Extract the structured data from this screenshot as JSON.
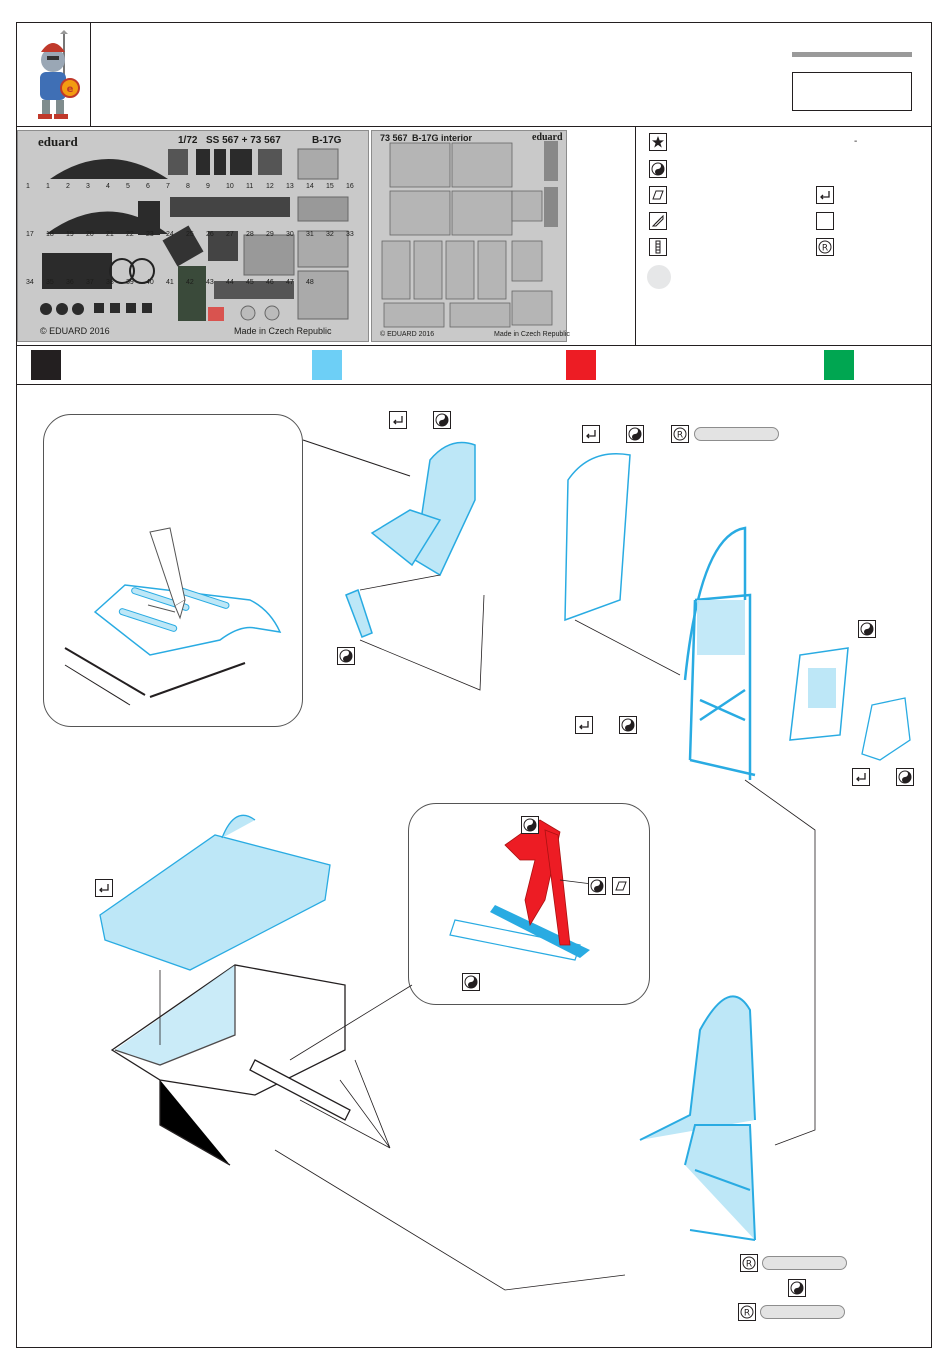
{
  "header": {
    "logo_icon": "eduard-knight-mascot"
  },
  "fret_left": {
    "brand": "eduard",
    "title_scale": "1/72",
    "title_sets": "SS 567 + 73 567",
    "title_model": "B-17G",
    "copyright": "© EDUARD 2016",
    "made_in": "Made in Czech Republic",
    "part_numbers": [
      "1",
      "1",
      "2",
      "3",
      "4",
      "5",
      "6",
      "7",
      "8",
      "9",
      "10",
      "11",
      "12",
      "13",
      "14",
      "15",
      "16",
      "17",
      "18",
      "19",
      "20",
      "21",
      "22",
      "23",
      "24",
      "25",
      "26",
      "27",
      "28",
      "29",
      "30",
      "31",
      "32",
      "33",
      "34",
      "35",
      "36",
      "37",
      "38",
      "39",
      "40",
      "41",
      "42",
      "43",
      "44",
      "45",
      "46",
      "47",
      "48"
    ]
  },
  "fret_right": {
    "code": "73 567",
    "name": "B-17G interior",
    "brand": "eduard",
    "copyright": "© EDUARD 2016",
    "made_in": "Made in Czech Republic"
  },
  "legend": {
    "dash": "-"
  },
  "palette": {
    "black": "#231f20",
    "light_blue": "#6dcff6",
    "red": "#ed1c24",
    "green": "#00a651"
  },
  "icons": [
    "star-icon",
    "yin-yang-icon",
    "fold-icon",
    "cut-icon",
    "sand-icon",
    "bend-icon",
    "remove-icon"
  ]
}
